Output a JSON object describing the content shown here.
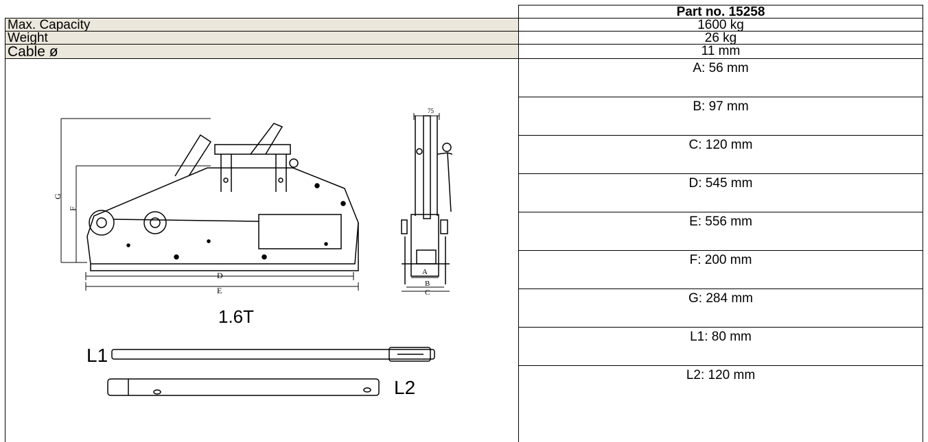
{
  "header": {
    "part_no": "Part no. 15258"
  },
  "specs": [
    {
      "label": "Max. Capacity",
      "value": "1600 kg"
    },
    {
      "label": "Weight",
      "value": "26 kg"
    },
    {
      "label": "Cable ø",
      "value": "11 mm"
    }
  ],
  "dimensions": [
    "A: 56 mm",
    "B: 97 mm",
    "C: 120 mm",
    "D: 545 mm",
    "E: 556 mm",
    "F: 200 mm",
    "G: 284 mm",
    "L1: 80 mm",
    "L2: 120 mm"
  ],
  "drawing": {
    "model_label": "1.6T",
    "handle_1_label": "L1",
    "handle_2_label": "L2",
    "dim_labels": {
      "d": "D",
      "e": "E",
      "f": "F",
      "g": "G",
      "a": "A",
      "b": "B",
      "c": "C",
      "top_width": "75"
    }
  }
}
